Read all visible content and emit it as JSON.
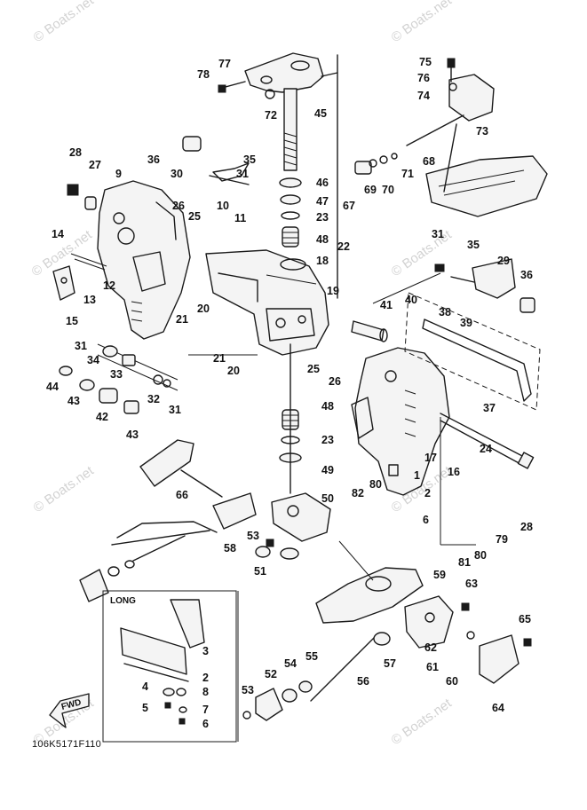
{
  "watermark": "© Boats.net",
  "inset_label": "LONG",
  "arrow_label": "FWD",
  "diagram_code": "106K5171F110",
  "callouts": [
    "1",
    "2",
    "3",
    "4",
    "5",
    "6",
    "7",
    "8",
    "9",
    "10",
    "11",
    "12",
    "13",
    "14",
    "15",
    "16",
    "17",
    "18",
    "19",
    "20",
    "21",
    "22",
    "23",
    "24",
    "25",
    "26",
    "27",
    "28",
    "29",
    "30",
    "31",
    "32",
    "33",
    "34",
    "35",
    "36",
    "37",
    "38",
    "39",
    "40",
    "41",
    "42",
    "43",
    "44",
    "45",
    "46",
    "47",
    "48",
    "49",
    "50",
    "51",
    "52",
    "53",
    "54",
    "55",
    "56",
    "57",
    "58",
    "59",
    "60",
    "61",
    "62",
    "63",
    "64",
    "65",
    "66",
    "67",
    "68",
    "69",
    "70",
    "71",
    "72",
    "73",
    "74",
    "75",
    "76",
    "77",
    "78",
    "79",
    "80",
    "81",
    "82"
  ]
}
